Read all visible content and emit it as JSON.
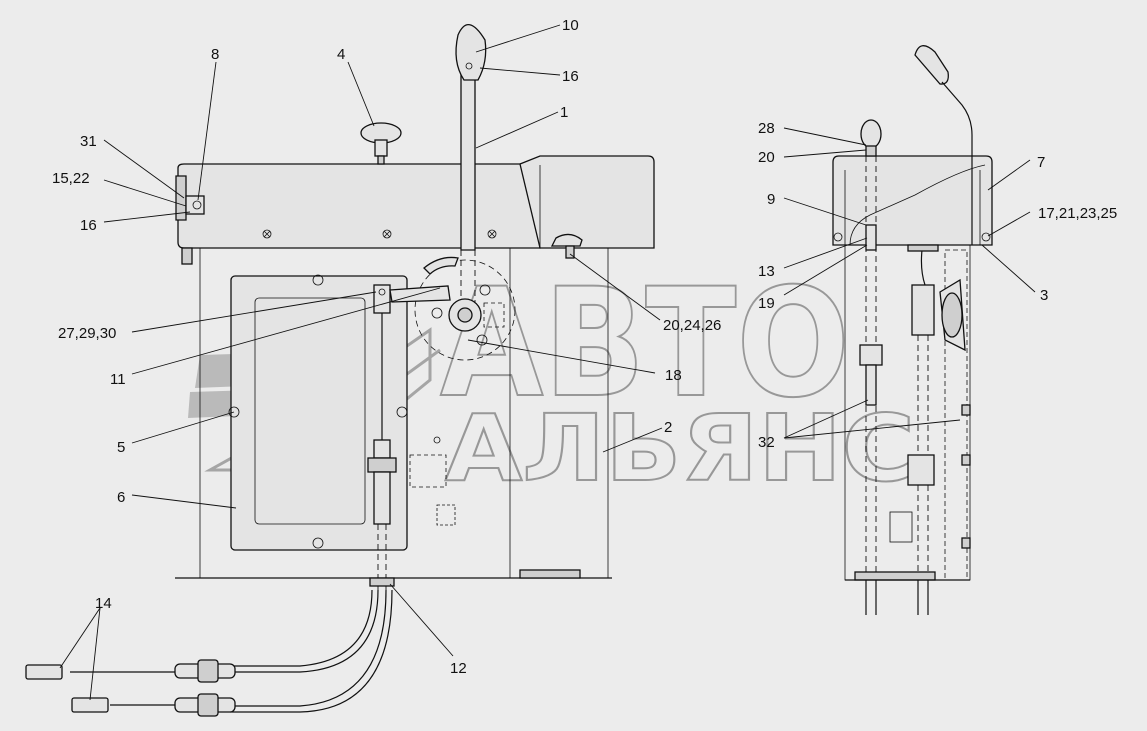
{
  "watermark": {
    "line1": "АВТО",
    "line2": "АЛЬЯНС"
  },
  "callouts": [
    {
      "id": "c-10",
      "text": "10"
    },
    {
      "id": "c-16a",
      "text": "16"
    },
    {
      "id": "c-4",
      "text": "4"
    },
    {
      "id": "c-8",
      "text": "8"
    },
    {
      "id": "c-1",
      "text": "1"
    },
    {
      "id": "c-31",
      "text": "31"
    },
    {
      "id": "c-15-22",
      "text": "15,22"
    },
    {
      "id": "c-16b",
      "text": "16"
    },
    {
      "id": "c-27-29-30",
      "text": "27,29,30"
    },
    {
      "id": "c-11",
      "text": "11"
    },
    {
      "id": "c-20-24-26",
      "text": "20,24,26"
    },
    {
      "id": "c-18",
      "text": "18"
    },
    {
      "id": "c-5",
      "text": "5"
    },
    {
      "id": "c-2",
      "text": "2"
    },
    {
      "id": "c-6",
      "text": "6"
    },
    {
      "id": "c-14",
      "text": "14"
    },
    {
      "id": "c-12",
      "text": "12"
    },
    {
      "id": "c-28",
      "text": "28"
    },
    {
      "id": "c-20",
      "text": "20"
    },
    {
      "id": "c-7",
      "text": "7"
    },
    {
      "id": "c-9",
      "text": "9"
    },
    {
      "id": "c-17-21-23-25",
      "text": "17,21,23,25"
    },
    {
      "id": "c-13",
      "text": "13"
    },
    {
      "id": "c-19",
      "text": "19"
    },
    {
      "id": "c-3",
      "text": "3"
    },
    {
      "id": "c-32",
      "text": "32"
    }
  ]
}
